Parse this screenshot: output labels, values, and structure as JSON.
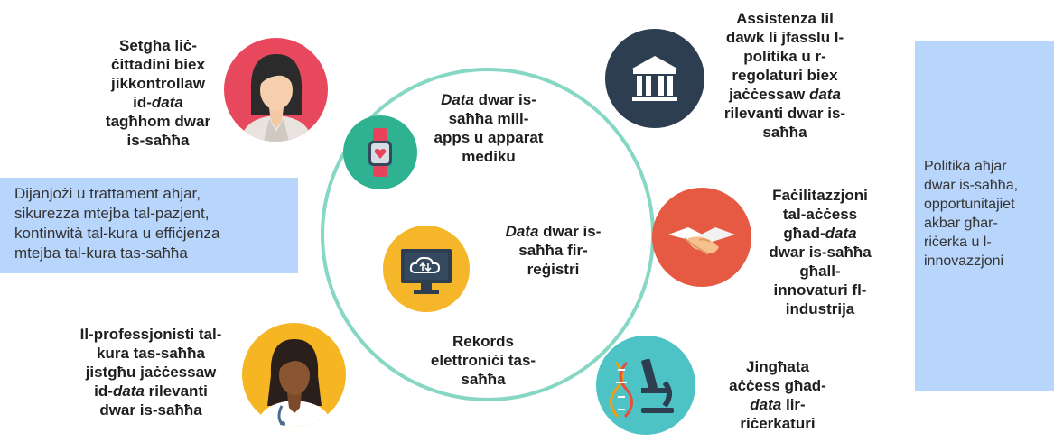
{
  "left": {
    "patients": {
      "l1": "Setgħa liċ-",
      "l2": "ċittadini biex",
      "l3": "jikkontrollaw",
      "l4a": "id-",
      "l4b": "data",
      "l5": "tagħhom dwar",
      "l6": "is-saħħa"
    },
    "box": {
      "l1": "Dijanjożi u trattament aħjar,",
      "l2": "sikurezza mtejba tal-pazjent,",
      "l3": "kontinwità tal-kura u effiċjenza",
      "l4": "mtejba tal-kura tas-saħħa"
    },
    "professionals": {
      "l1": "Il-professjonisti tal-",
      "l2": "kura tas-saħħa",
      "l3": "jistgħu jaċċessaw",
      "l4a": "id-",
      "l4b": "data",
      "l4c": " rilevanti",
      "l5": "dwar is-saħħa"
    }
  },
  "center": {
    "apps": {
      "l1a": "Data",
      "l1b": " dwar is-",
      "l2": "saħħa mill-",
      "l3": "apps u apparat",
      "l4": "mediku"
    },
    "registries": {
      "l1a": "Data",
      "l1b": " dwar is-",
      "l2": "saħħa fir-",
      "l3": "reġistri"
    },
    "records": {
      "l1": "Rekords",
      "l2": "elettroniċi tas-",
      "l3": "saħħa"
    }
  },
  "right": {
    "policy": {
      "l1": "Assistenza lil",
      "l2": "dawk li jfasslu l-",
      "l3": "politika u r-",
      "l4": "regolaturi biex",
      "l5a": "jaċċessaw ",
      "l5b": "data",
      "l6": "rilevanti dwar is-",
      "l7": "saħħa"
    },
    "industry": {
      "l1": "Faċilitazzjoni",
      "l2": "tal-aċċess",
      "l3a": "għad-",
      "l3b": "data",
      "l4": "dwar is-saħħa",
      "l5": "għall-",
      "l6": "innovaturi fl-",
      "l7": "industrija"
    },
    "research": {
      "l1": "Jingħata",
      "l2": "aċċess għad-",
      "l3a": "data",
      "l3b": " lir-",
      "l4": "riċerkaturi"
    }
  },
  "outcome_box": {
    "l1": "Politika aħjar",
    "l2": "dwar is-saħħa,",
    "l3": "opportunitajiet",
    "l4": "akbar għar-",
    "l5": "riċerka u l-",
    "l6": "innovazzjoni"
  },
  "colors": {
    "ring": "#86d7c4",
    "box": "#b8d5fb",
    "patient_bg": "#e8485d",
    "professional_bg": "#f6b623",
    "watch_bg": "#2fb291",
    "monitor_bg": "#f5b62a",
    "bank_bg": "#2c3e50",
    "handshake_bg": "#e65943",
    "microscope_bg": "#4dc3c6"
  }
}
